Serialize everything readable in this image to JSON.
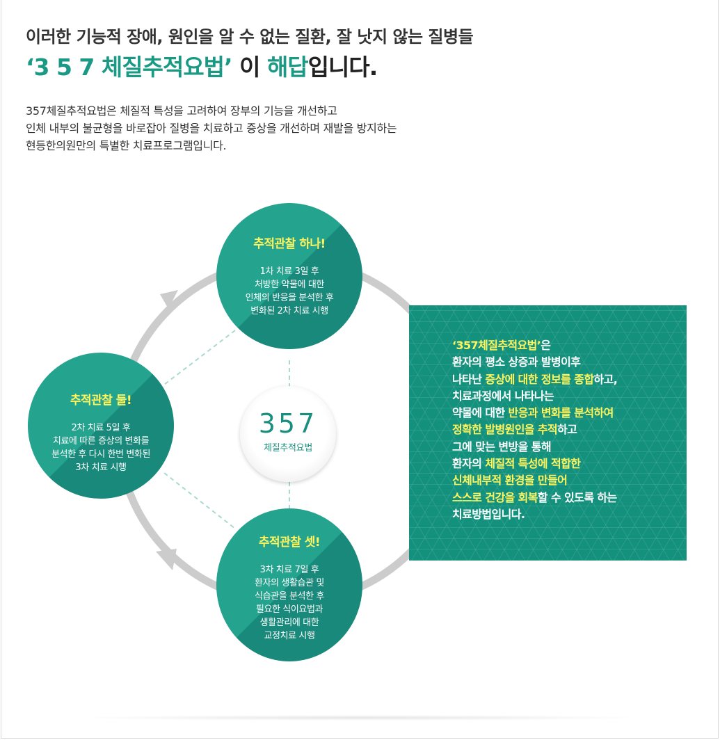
{
  "heading": {
    "line1": "이러한 기능적 장애, 원인을 알 수 없는 질환, 잘 낫지 않는 질병들",
    "line2_part1": "‘3 5 7 체질추적요법’",
    "line2_part2": " 이 ",
    "line2_part3": "해답",
    "line2_part4": "입니다."
  },
  "intro": [
    "357체질추적요법은 체질적 특성을 고려하여 장부의 기능을 개선하고",
    "인체 내부의 불균형을 바로잡아 질병을 치료하고 증상을 개선하며 재발을 방지하는",
    "현등한의원만의 특별한 치료프로그램입니다."
  ],
  "center": {
    "number": "357",
    "label": "체질추적요법"
  },
  "stages": [
    {
      "title": "추적관찰 하나!",
      "lines": [
        "1차 치료 3일 후",
        "처방한 약물에 대한",
        "인체의 반응을 분석한 후",
        "변화된 2차 치료 시행"
      ]
    },
    {
      "title": "추적관찰 둘!",
      "lines": [
        "2차 치료 5일 후",
        "치료에 따른 증상의 변화를",
        "분석한 후 다시 한번 변화된",
        "3차 치료 시행"
      ]
    },
    {
      "title": "추적관찰 셋!",
      "lines": [
        "3차 치료 7일 후",
        "환자의 생활습관 및",
        "식습관을 분석한 후",
        "필요한 식이요법과",
        "생활관리에 대한",
        "교정치료 시행"
      ]
    }
  ],
  "summary": {
    "l1a": "‘357체질추적요법’",
    "l1b": "은",
    "l2": "환자의 평소 상증과 발병이후",
    "l3a": "나타난 ",
    "l3b": "증상에 대한 정보를 종합",
    "l3c": "하고,",
    "l4": "치료과정에서 나타나는",
    "l5a": "약물에 대한 ",
    "l5b": "반응과 변화를 분석하여",
    "l6a": "정확한 발병원인을 추적",
    "l6b": "하고",
    "l7": "그에 맞는 변방을 통해",
    "l8a": "환자의 ",
    "l8b": "체질적 특성에 적합한",
    "l9": "신체내부적 환경을 만들어",
    "l10a": "스스로 건강을 회복",
    "l10b": "할 수 있도록 하는",
    "l11": "치료방법입니다."
  },
  "colors": {
    "teal": "#1a9a84",
    "circle_teal": "#24a38e",
    "box_teal": "#13917d",
    "highlight_yellow": "#fff45c",
    "ring_gray": "#cccccc"
  }
}
